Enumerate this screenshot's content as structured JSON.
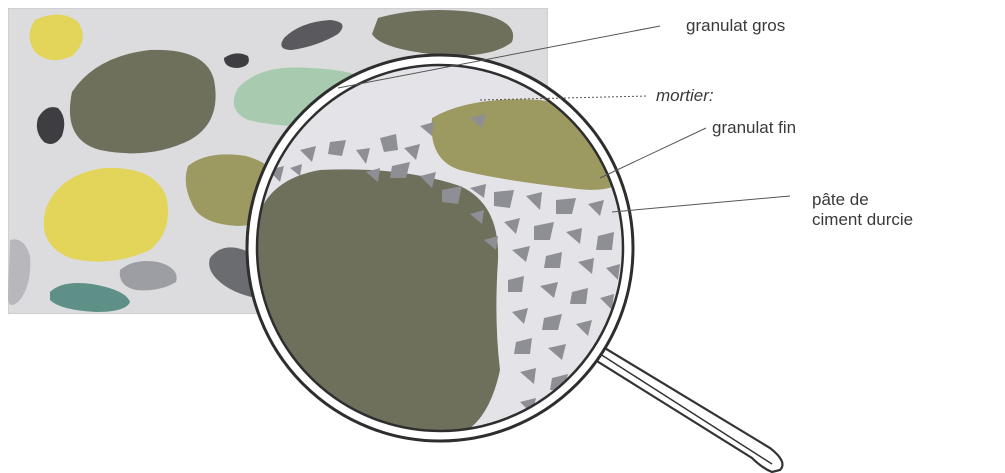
{
  "labels": {
    "coarse": "granulat gros",
    "mortar": "mortier:",
    "fine": "granulat fin",
    "paste_line1": "pâte de",
    "paste_line2": "ciment durcie"
  },
  "colors": {
    "concrete_bg": "#dcdcde",
    "coarse_dark": "#6f705c",
    "coarse_olive": "#9c9a60",
    "coarse_yellow": "#e3d45a",
    "coarse_mint": "#a8cbb0",
    "coarse_teal": "#5e9088",
    "coarse_grey": "#7c7d82",
    "coarse_charcoal": "#4b4b4f",
    "fine_grey": "#8e8f95",
    "lens_bg": "#e4e4e8",
    "leader": "#555555",
    "handle": "#ffffff"
  }
}
